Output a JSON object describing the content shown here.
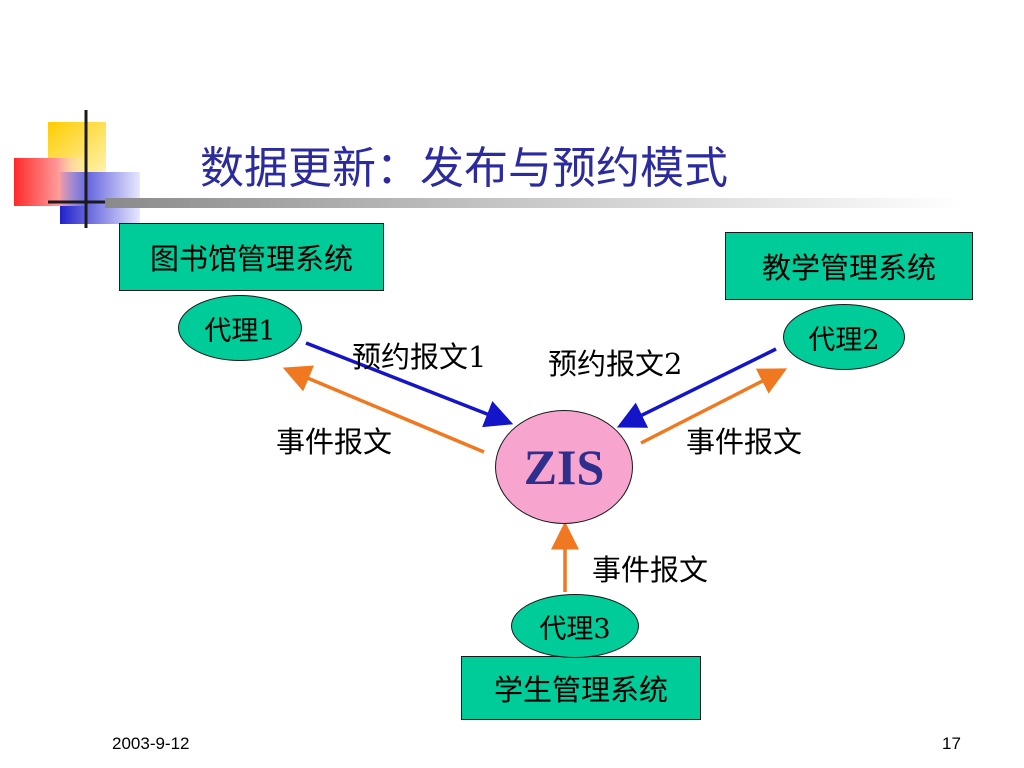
{
  "slide": {
    "title": "数据更新：发布与预约模式",
    "date": "2003-9-12",
    "page_number": "17"
  },
  "systems": {
    "library": "图书馆管理系统",
    "teaching": "教学管理系统",
    "student": "学生管理系统"
  },
  "agents": {
    "agent1": "代理1",
    "agent2": "代理2",
    "agent3": "代理3"
  },
  "hub": {
    "label": "ZIS"
  },
  "messages": {
    "subscribe1": "预约报文1",
    "subscribe2": "预约报文2",
    "event_left": "事件报文",
    "event_right": "事件报文",
    "event_bottom": "事件报文"
  },
  "colors": {
    "system_fill": "#00cc99",
    "hub_fill": "#f7a4cf",
    "subscribe_arrow": "#1414c8",
    "event_arrow": "#f07820",
    "title": "#2b2b9e"
  }
}
